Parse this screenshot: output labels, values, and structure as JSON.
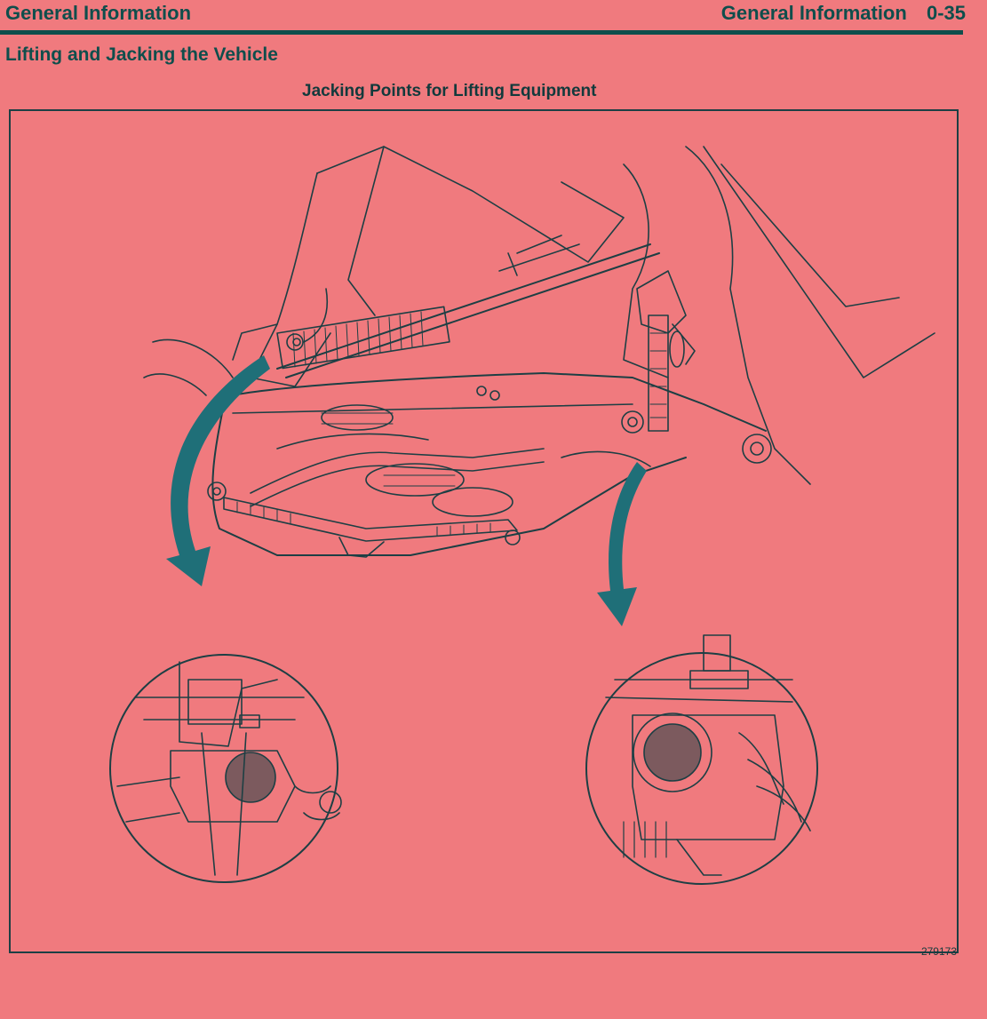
{
  "header": {
    "left_title": "General Information",
    "right_title": "General Information",
    "page_number": "0-35"
  },
  "section": {
    "title": "Lifting and Jacking the Vehicle"
  },
  "figure": {
    "title": "Jacking Points for Lifting Equipment",
    "number": "279173"
  },
  "colors": {
    "page_tint": "#f07a7e",
    "ink": "#1d3f44",
    "heading": "#0f4e4c",
    "arrow": "#1f6f78"
  }
}
